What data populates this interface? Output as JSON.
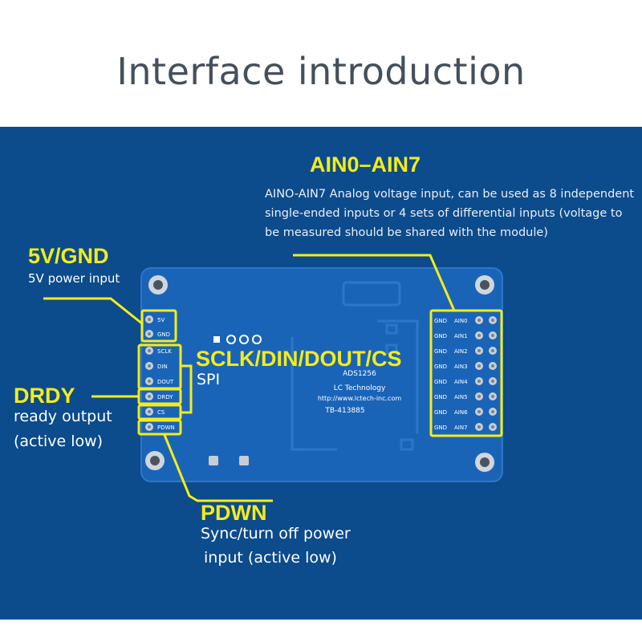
{
  "header": {
    "title": "Interface introduction"
  },
  "ain": {
    "title": "AIN0–AIN7",
    "desc_lines": [
      "AINO-AIN7 Analog voltage input, can be used as 8 independent",
      "single-ended inputs or 4 sets of differential inputs (voltage to",
      "be measured should be shared with the module)"
    ]
  },
  "power": {
    "title": "5V/GND",
    "desc": "5V power input"
  },
  "spi": {
    "title": "SCLK/DIN/DOUT/CS",
    "desc": "SPI"
  },
  "drdy": {
    "title": "DRDY",
    "desc_lines": [
      "ready output",
      "(active low)"
    ]
  },
  "pdwn": {
    "title": "PDWN",
    "desc_lines": [
      "Sync/turn off power",
      "input (active low)"
    ]
  },
  "board": {
    "chip": "ADS1256",
    "maker": "LC Technology",
    "url": "http://www.lctech-inc.com",
    "code": "TB-413885",
    "left_pins": [
      "5V",
      "GND",
      "SCLK",
      "DIN",
      "DOUT",
      "DRDY",
      "CS",
      "PDWN"
    ],
    "right_gnd": [
      "GND",
      "GND",
      "GND",
      "GND",
      "GND",
      "GND",
      "GND",
      "GND"
    ],
    "right_ain": [
      "AIN0",
      "AIN1",
      "AIN2",
      "AIN3",
      "AIN4",
      "AIN5",
      "AIN6",
      "AIN7"
    ]
  },
  "colors": {
    "panel": "#0c4b8c",
    "board": "#1a64b8",
    "highlight": "#f5ec19"
  }
}
